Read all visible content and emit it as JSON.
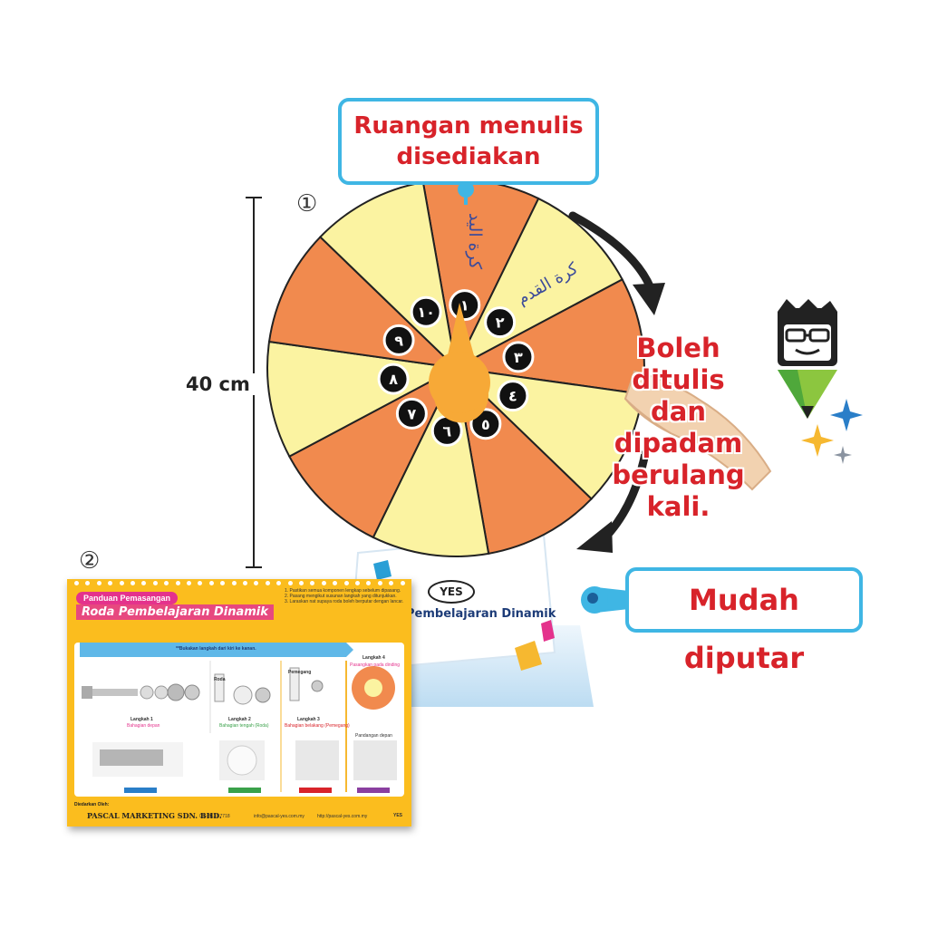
{
  "callouts": {
    "top": [
      "Ruangan menulis",
      "disediakan"
    ],
    "right": "Mudah diputar"
  },
  "side_text": [
    "Boleh ditulis",
    "dan dipadam",
    "berulang kali."
  ],
  "markers": {
    "one": "①",
    "two": "②"
  },
  "dimension": {
    "label": "40 cm"
  },
  "wheel": {
    "segment_labels": [
      "كرة اليد",
      "كرة القدم"
    ],
    "numbers": [
      "١",
      "٢",
      "٣",
      "٤",
      "٥",
      "٦",
      "٧",
      "٨",
      "٩",
      "١٠"
    ],
    "stand_logo": "YES",
    "stand_title": "Pembelajaran Dinamik",
    "colors": {
      "orange": "#f18a4e",
      "yellow": "#fbf3a1",
      "pointer": "#f7a937"
    }
  },
  "guide": {
    "header_tag": "Panduan Pemasangan",
    "title": "Roda Pembelajaran Dinamik",
    "notes": [
      "1. Pastikan semua komponen lengkap sebelum dipasang.",
      "2. Pasang mengikut susunan langkah yang ditunjukkan.",
      "3. Laraskan nat supaya roda boleh berputar dengan lancar."
    ],
    "arrow_text": "**Bukakan langkah dari kiri ke kanan.",
    "steps": [
      {
        "title": "Langkah 1",
        "sub": "Bahagian depan"
      },
      {
        "title": "Langkah 2",
        "sub": "Bahagian tengah (Roda)"
      },
      {
        "title": "Langkah 3",
        "sub": "Bahagian belakang (Pemegang)"
      },
      {
        "title": "Langkah 4",
        "sub": "Pasangkan pada dinding"
      }
    ],
    "view_label": "Pandangan depan",
    "wheel_label": "Roda",
    "handle_label": "Pemegang",
    "footer_by": "Diedarkan Oleh:",
    "company": "PASCAL MARKETING SDN. BHD.",
    "phone": "03 - 3131 7718",
    "email": "info@pascal-yes.com.my",
    "web": "http://pascal-yes.com.my",
    "footer_logo": "YES"
  }
}
